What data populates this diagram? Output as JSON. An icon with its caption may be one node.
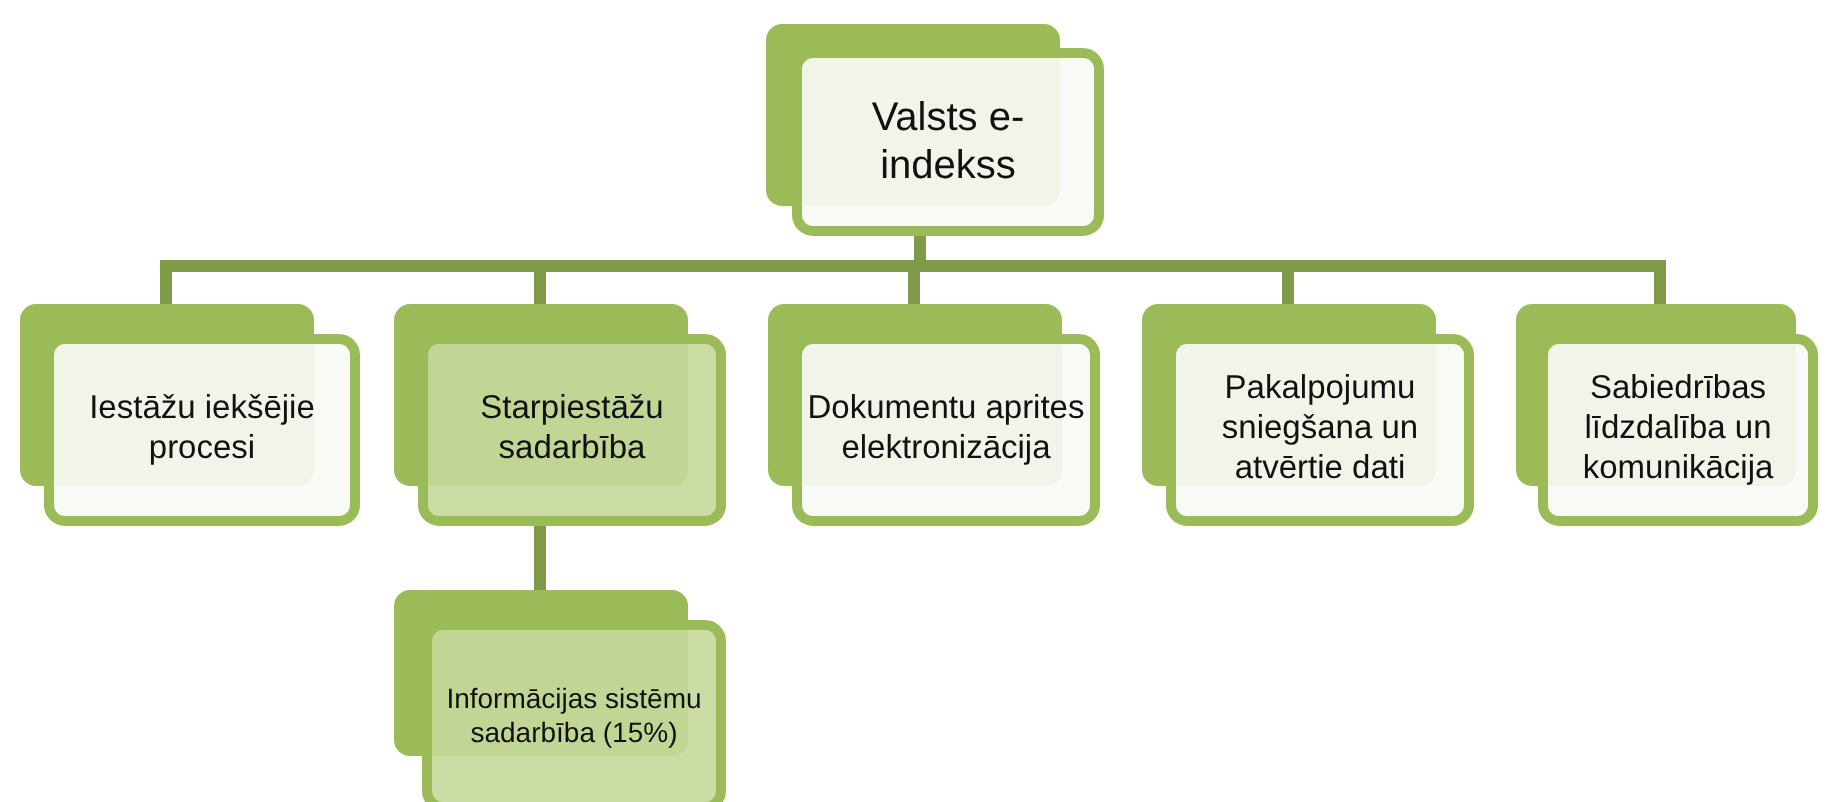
{
  "diagram": {
    "nodes": [
      {
        "text": [
          "Valsts e-indekss"
        ]
      },
      {
        "text": [
          "Iestāžu iekšējie procesi"
        ]
      },
      {
        "text": [
          "Starpiestāžu sadarbība"
        ]
      },
      {
        "text": [
          "Dokumentu aprites elektronizācija"
        ]
      },
      {
        "text": [
          "Pakalpojumu sniegšana un atvērtie dati"
        ]
      },
      {
        "text": [
          "Sabiedrības līdzdalība un komunikācija"
        ]
      },
      {
        "text": [
          "Informācijas sistēmu sadarbība (15%)"
        ]
      }
    ],
    "edges": [
      {
        "from": 0,
        "to": 1,
        "arrow": "none"
      },
      {
        "from": 0,
        "to": 2,
        "arrow": "none"
      },
      {
        "from": 0,
        "to": 3,
        "arrow": "none"
      },
      {
        "from": 0,
        "to": 4,
        "arrow": "none"
      },
      {
        "from": 0,
        "to": 5,
        "arrow": "none"
      },
      {
        "from": 2,
        "to": 6,
        "arrow": "none"
      }
    ]
  }
}
